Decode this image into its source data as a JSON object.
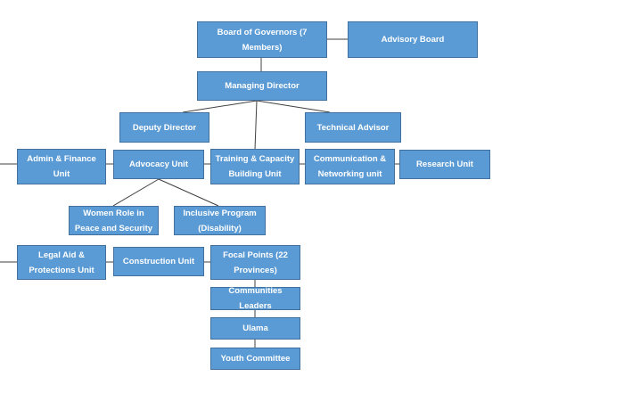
{
  "diagram": {
    "nodes": {
      "board": "Board of Governors (7 Members)",
      "advisory": "Advisory Board",
      "md": "Managing Director",
      "deputy": "Deputy Director",
      "technical": "Technical Advisor",
      "admin": "Admin & Finance Unit",
      "advocacy": "Advocacy Unit",
      "training": "Training & Capacity Building Unit",
      "communication": "Communication & Networking unit",
      "research": "Research Unit",
      "women": "Women Role in Peace and Security",
      "inclusive": "Inclusive Program (Disability)",
      "legal": "Legal Aid & Protections Unit",
      "construction": "Construction Unit",
      "focal": "Focal Points (22 Provinces)",
      "communities": "Communities Leaders",
      "ulama": "Ulama",
      "youth": "Youth Committee"
    },
    "colors": {
      "box_fill": "#5b9bd5",
      "box_border": "#41719c",
      "connector": "#404040",
      "text": "#ffffff"
    }
  }
}
